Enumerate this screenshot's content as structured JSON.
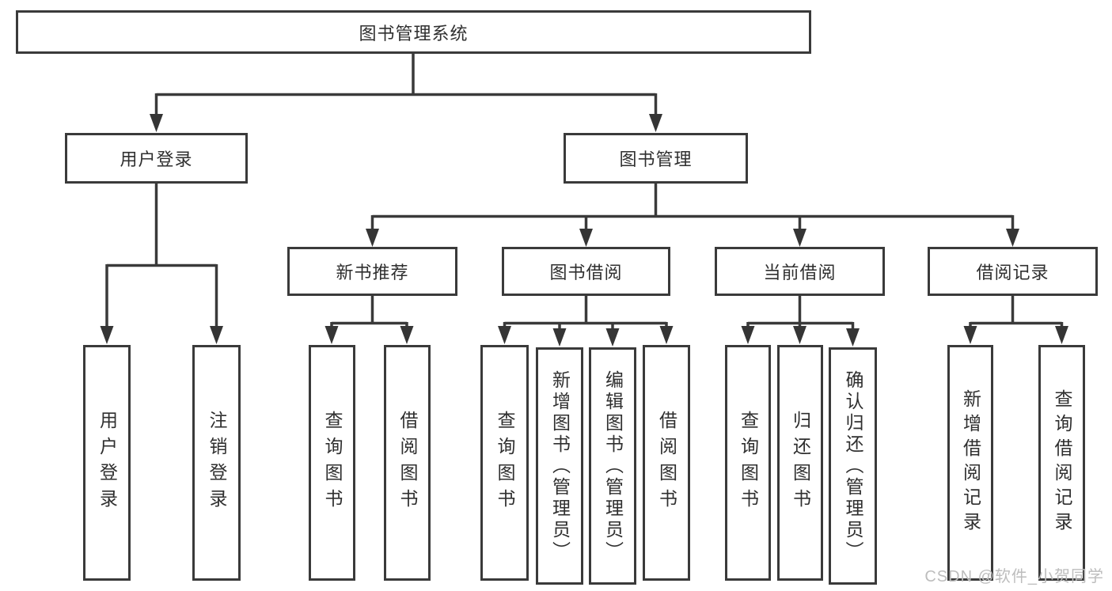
{
  "tree": {
    "label": "图书管理系统",
    "children": [
      {
        "label": "用户登录",
        "children": [
          {
            "label": "用户登录"
          },
          {
            "label": "注销登录"
          }
        ]
      },
      {
        "label": "图书管理",
        "children": [
          {
            "label": "新书推荐",
            "children": [
              {
                "label": "查询图书"
              },
              {
                "label": "借阅图书"
              }
            ]
          },
          {
            "label": "图书借阅",
            "children": [
              {
                "label": "查询图书"
              },
              {
                "label": "新增图书（管理员）"
              },
              {
                "label": "编辑图书（管理员）"
              },
              {
                "label": "借阅图书"
              }
            ]
          },
          {
            "label": "当前借阅",
            "children": [
              {
                "label": "查询图书"
              },
              {
                "label": "归还图书"
              },
              {
                "label": "确认归还（管理员）"
              }
            ]
          },
          {
            "label": "借阅记录",
            "children": [
              {
                "label": "新增借阅记录"
              },
              {
                "label": "查询借阅记录"
              }
            ]
          }
        ]
      }
    ]
  },
  "watermark": {
    "text": "CSDN @软件_小贺同学"
  },
  "colors": {
    "line": "#3a3a3a",
    "box_border": "#3a3a3a",
    "text": "#2f2f2f",
    "background": "#ffffff",
    "watermark": "#bdbdbd"
  }
}
